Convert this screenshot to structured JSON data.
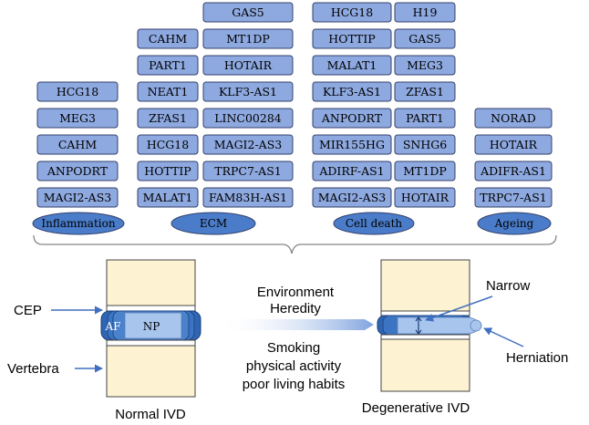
{
  "categories": [
    {
      "label": "Inflammation",
      "genes": [
        "HCG18",
        "MEG3",
        "CAHM",
        "ANPODRT",
        "MAGI2-AS3"
      ]
    },
    {
      "label": "ECM",
      "genes": [
        "CAHM",
        "PART1",
        "NEAT1",
        "ZFAS1",
        "HCG18",
        "HOTTIP",
        "MALAT1"
      ],
      "genes_right": [
        "GAS5",
        "MT1DP",
        "HOTAIR",
        "KLF3-AS1",
        "LINC00284",
        "MAGI2-AS3",
        "TRPC7-AS1",
        "FAM83H-AS1"
      ]
    },
    {
      "label": "Cell death",
      "genes": [
        "HCG18",
        "HOTTIP",
        "MALAT1",
        "KLF3-AS1",
        "ANPODRT",
        "MIR155HG",
        "ADIRF-AS1",
        "MAGI2-AS3"
      ],
      "genes_right": [
        "H19",
        "GAS5",
        "MEG3",
        "ZFAS1",
        "PART1",
        "SNHG6",
        "MT1DP",
        "HOTAIR"
      ]
    },
    {
      "label": "Ageing",
      "genes": [
        "NORAD",
        "HOTAIR",
        "ADIFR-AS1",
        "TRPC7-AS1"
      ]
    }
  ],
  "normal_ivd": {
    "caption": "Normal IVD",
    "af_label": "AF",
    "np_label": "NP",
    "cep_label": "CEP",
    "vertebra_label": "Vertebra"
  },
  "factors": {
    "top": [
      "Environment",
      "Heredity"
    ],
    "bottom": [
      "Smoking",
      "physical activity",
      "poor living habits"
    ]
  },
  "degenerative_ivd": {
    "caption": "Degenerative IVD",
    "narrow_label": "Narrow",
    "herniation_label": "Herniation"
  },
  "colors": {
    "chip_fill": "#8ea9e0",
    "chip_stroke": "#33406a",
    "oval_fill": "#4a7cc9",
    "vertebra_fill": "#fdf3d2",
    "disc_dark": "#2f66b3",
    "disc_light": "#a8c5ee",
    "arrow_blue": "#3f6fc0"
  }
}
